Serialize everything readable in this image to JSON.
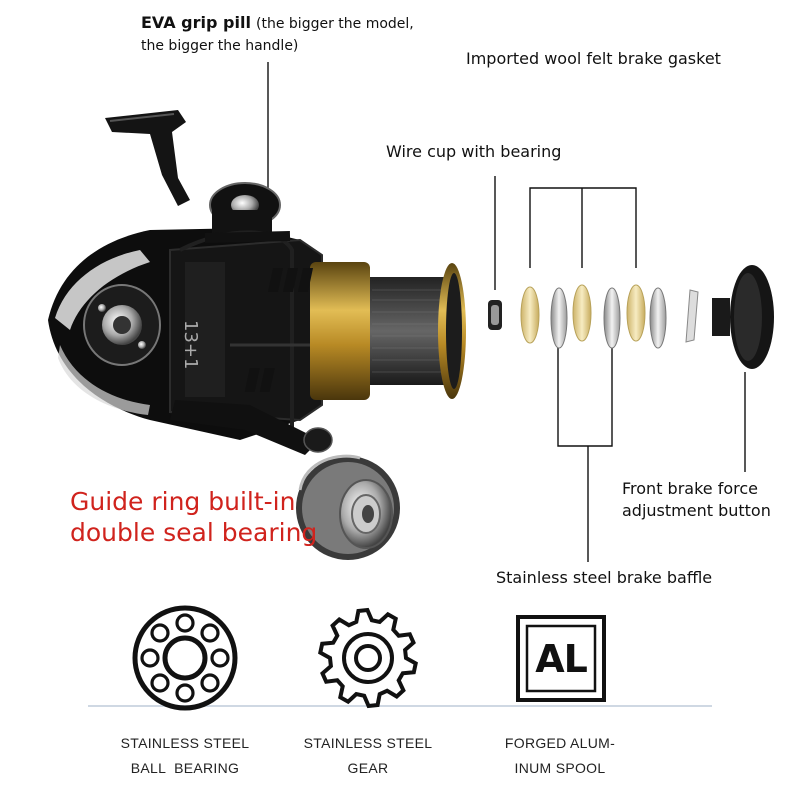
{
  "callouts": {
    "eva_title": "EVA grip pill",
    "eva_note_1": "(the bigger the model,",
    "eva_note_2": "the bigger the handle)",
    "felt_gasket": "Imported wool felt brake gasket",
    "wire_cup": "Wire cup with bearing",
    "front_brake_1": "Front brake force",
    "front_brake_2": "adjustment button",
    "baffle": "Stainless steel brake baffle"
  },
  "highlight": {
    "line1": "Guide ring built-in",
    "line2": "double seal bearing",
    "color": "#d0231d"
  },
  "features": [
    {
      "icon": "ball-bearing-icon",
      "line1": "STAINLESS STEEL",
      "line2": "BALL  BEARING"
    },
    {
      "icon": "gear-icon",
      "line1": "STAINLESS STEEL",
      "line2": "GEAR"
    },
    {
      "icon": "al-badge-icon",
      "badge": "AL",
      "line1": "FORGED ALUM-",
      "line2": "INUM SPOOL"
    }
  ],
  "colors": {
    "spool_gold": "#c9a13a",
    "felt": "#e6cf8a",
    "reel_body": "#111111"
  }
}
